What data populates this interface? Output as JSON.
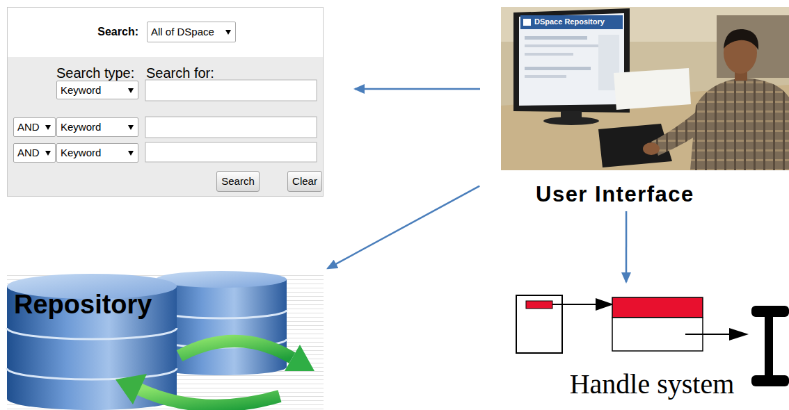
{
  "diagram": {
    "nodes": [
      {
        "text": [
          "Search:",
          "Search type:",
          "Search for:"
        ]
      },
      {
        "text": [
          "All of DSpace"
        ],
        "in": 0
      },
      {
        "text": [
          "Keyword"
        ],
        "in": 0
      },
      {
        "text": [
          "AND"
        ],
        "in": 0
      },
      {
        "text": [
          "Keyword"
        ],
        "in": 0
      },
      {
        "text": [
          "AND"
        ],
        "in": 0
      },
      {
        "text": [
          "Keyword"
        ],
        "in": 0
      },
      {
        "text": [
          "Search"
        ],
        "in": 0
      },
      {
        "text": [
          "Clear"
        ],
        "in": 0
      },
      {
        "text": [
          "User Interface"
        ]
      },
      {
        "text": [
          "Repository"
        ]
      },
      {
        "text": [
          "Handle system"
        ]
      }
    ],
    "edges": [
      {
        "from": 9,
        "to": 0,
        "arrow": "to"
      },
      {
        "from": 9,
        "to": 10,
        "arrow": "to"
      },
      {
        "from": 9,
        "to": 11,
        "arrow": "to"
      }
    ],
    "labels": [
      "DSpace Repository"
    ]
  }
}
